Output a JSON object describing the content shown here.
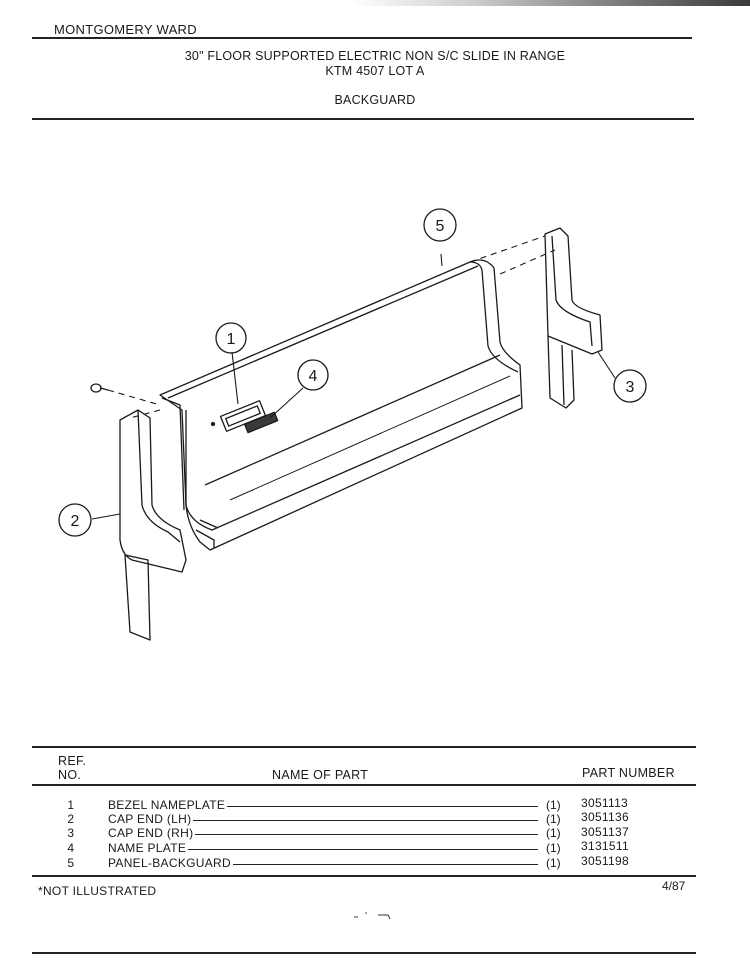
{
  "header": {
    "brand": "MONTGOMERY WARD",
    "title_line1": "30\" FLOOR SUPPORTED ELECTRIC NON S/C SLIDE IN RANGE",
    "title_line2": "KTM 4507 LOT A",
    "section": "BACKGUARD"
  },
  "diagram": {
    "callouts": [
      "1",
      "2",
      "3",
      "4",
      "5"
    ]
  },
  "parts_table": {
    "col_ref_line1": "REF.",
    "col_ref_line2": "NO.",
    "col_name": "NAME OF PART",
    "col_part_number": "PART NUMBER",
    "rows": [
      {
        "ref": "1",
        "name": "BEZEL NAMEPLATE",
        "qty": "(1)",
        "part_number": "3051113"
      },
      {
        "ref": "2",
        "name": "CAP END (LH)",
        "qty": "(1)",
        "part_number": "3051136"
      },
      {
        "ref": "3",
        "name": "CAP END (RH)",
        "qty": "(1)",
        "part_number": "3051137"
      },
      {
        "ref": "4",
        "name": "NAME PLATE",
        "qty": "(1)",
        "part_number": "3131511"
      },
      {
        "ref": "5",
        "name": "PANEL-BACKGUARD",
        "qty": "(1)",
        "part_number": "3051198"
      }
    ]
  },
  "footer": {
    "note": "*NOT ILLUSTRATED",
    "date": "4/87"
  }
}
